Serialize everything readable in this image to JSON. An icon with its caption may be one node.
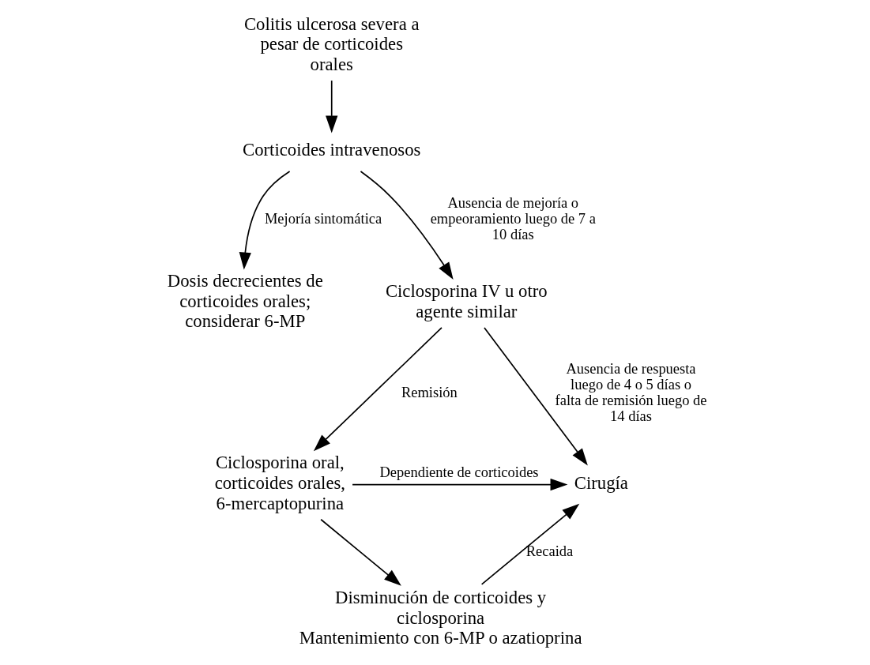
{
  "diagram": {
    "nodes": [
      {
        "text": [
          "Colitis ulcerosa severa a pesar de corticoides orales"
        ]
      },
      {
        "text": [
          "Corticoides intravenosos"
        ]
      },
      {
        "text": [
          "Dosis decrecientes de corticoides orales; considerar 6-MP"
        ]
      },
      {
        "text": [
          "Ciclosporina IV u otro agente similar"
        ]
      },
      {
        "text": [
          "Cirugía"
        ]
      },
      {
        "text": [
          "Ciclosporina oral, corticoides orales, 6-mercaptopurina"
        ]
      },
      {
        "text": [
          "Disminución de corticoides y ciclosporina",
          "Mantenimiento con 6-MP o azatioprina"
        ]
      }
    ],
    "edges": [
      {
        "from": 0,
        "to": 1,
        "arrow": "to"
      },
      {
        "from": 1,
        "to": 2,
        "arrow": "to",
        "label": "Mejoría sintomática"
      },
      {
        "from": 1,
        "to": 3,
        "arrow": "to",
        "label": "Ausencia de mejoría o empeoramiento luego de 7 a 10 días"
      },
      {
        "from": 3,
        "to": 4,
        "arrow": "to",
        "label": "Ausencia de respuesta luego de 4 o 5 días o falta de remisión luego de 14 días"
      },
      {
        "from": 3,
        "to": 5,
        "arrow": "to",
        "label": "Remisión"
      },
      {
        "from": 5,
        "to": 4,
        "arrow": "to",
        "label": "Dependiente de corticoides"
      },
      {
        "from": 5,
        "to": 6,
        "arrow": "to"
      },
      {
        "from": 6,
        "to": 4,
        "arrow": "to",
        "label": "Recaida"
      }
    ]
  }
}
